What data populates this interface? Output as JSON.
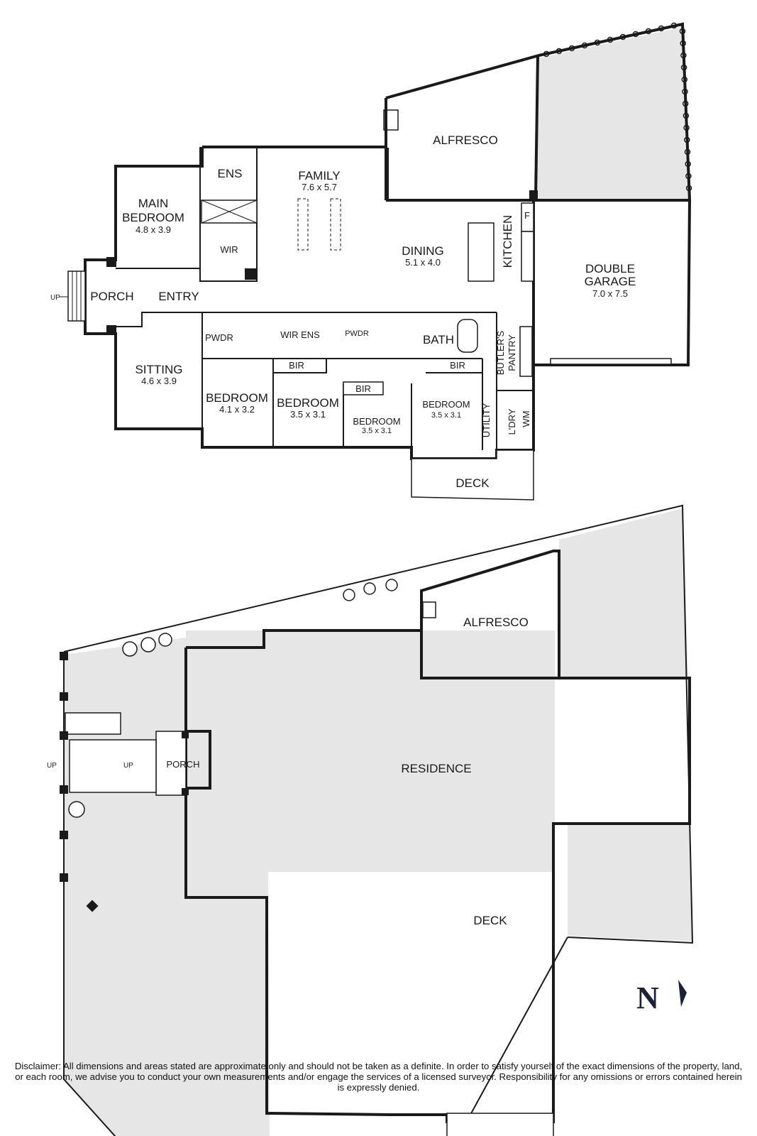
{
  "floor_plan": {
    "rooms": {
      "alfresco": {
        "name": "ALFRESCO"
      },
      "family": {
        "name": "FAMILY",
        "size": "7.6 x 5.7"
      },
      "ens": {
        "name": "ENS"
      },
      "main_bedroom": {
        "name_line1": "MAIN",
        "name_line2": "BEDROOM",
        "size": "4.8 x 3.9"
      },
      "wir_main": {
        "name": "WIR"
      },
      "dining": {
        "name": "DINING",
        "size": "5.1 x 4.0"
      },
      "kitchen": {
        "name": "KITCHEN"
      },
      "fridge": {
        "name": "F"
      },
      "double_garage": {
        "name_line1": "DOUBLE",
        "name_line2": "GARAGE",
        "size": "7.0 x 7.5"
      },
      "porch": {
        "name": "PORCH"
      },
      "entry": {
        "name": "ENTRY"
      },
      "pwdr1": {
        "name": "PWDR"
      },
      "wir_ens": {
        "name": "WIR ENS"
      },
      "pwdr2": {
        "name": "PWDR"
      },
      "bath": {
        "name": "BATH"
      },
      "butlers_pantry": {
        "name_line1": "BUTLER'S",
        "name_line2": "PANTRY"
      },
      "sitting": {
        "name": "SITTING",
        "size": "4.6 x 3.9"
      },
      "bedroom1": {
        "name": "BEDROOM",
        "size": "4.1 x 3.2"
      },
      "bir1": {
        "name": "BIR"
      },
      "bedroom2": {
        "name": "BEDROOM",
        "size": "3.5 x 3.1"
      },
      "bir2": {
        "name": "BIR"
      },
      "bedroom3": {
        "name": "BEDROOM",
        "size": "3.5 x 3.1"
      },
      "bir3": {
        "name": "BIR"
      },
      "bedroom4": {
        "name": "BEDROOM",
        "size": "3.5 x 3.1"
      },
      "utility": {
        "name": "UTILITY"
      },
      "ldry": {
        "name": "L'DRY"
      },
      "wm": {
        "name": "WM"
      },
      "deck": {
        "name": "DECK"
      },
      "up": {
        "label": "UP"
      }
    }
  },
  "site_plan": {
    "alfresco": {
      "name": "ALFRESCO"
    },
    "residence": {
      "name": "RESIDENCE"
    },
    "porch": {
      "name": "PORCH"
    },
    "deck": {
      "name": "DECK"
    },
    "up1": {
      "label": "UP"
    },
    "up2": {
      "label": "UP"
    }
  },
  "north_arrow": {
    "letter": "N"
  },
  "disclaimer": "Disclaimer: All dimensions and areas stated are approximate only and should not be taken as a definite. In order to satisfy yourself of the exact dimensions of the property, land, or each room, we advise you to conduct your own measurements and/or engage the services of a licensed surveyor. Responsibility for any omissions or errors contained herein is expressly denied.",
  "colors": {
    "wall": "#1a1a1a",
    "shade": "#e6e6e6",
    "north": "#1a2238"
  }
}
